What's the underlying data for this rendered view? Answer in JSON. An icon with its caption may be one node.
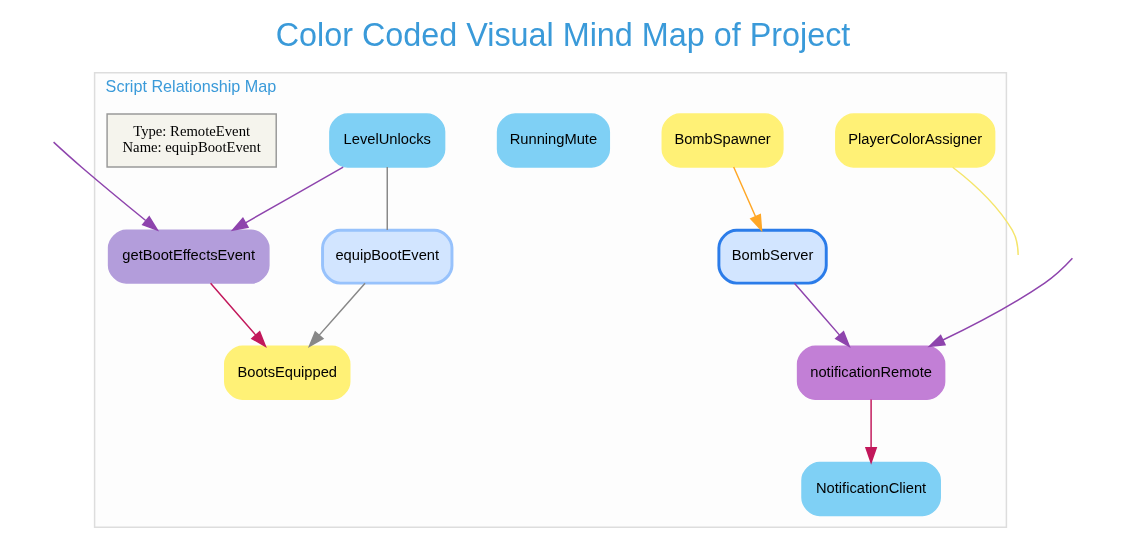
{
  "diagram": {
    "title": "Color Coded Visual Mind Map of Project",
    "nodes": [
      {
        "text": [
          "Script Relationship Map"
        ]
      },
      {
        "text": [
          "notificationRemote"
        ],
        "in": 0
      },
      {
        "text": [
          "LevelUnlocks"
        ],
        "in": 0
      },
      {
        "text": [
          "getBootEffectsEvent"
        ],
        "in": 0
      },
      {
        "text": [
          "PlayerColorAssigner"
        ],
        "in": 0
      },
      {
        "text": [
          "NotificationClient"
        ],
        "in": 0
      },
      {
        "text": [
          "BombServer"
        ],
        "in": 0
      },
      {
        "text": [
          "RunningMute"
        ],
        "in": 0
      },
      {
        "text": [
          "equipBootEvent"
        ],
        "in": 0
      },
      {
        "text": [
          "BootsEquipped"
        ],
        "in": 0
      },
      {
        "text": [
          "BombSpawner"
        ],
        "in": 0
      }
    ],
    "edges": [
      {
        "from": null,
        "to": 1,
        "arrow": "to"
      },
      {
        "from": 1,
        "to": 5,
        "arrow": "to",
        "color": "#c2185b"
      },
      {
        "from": 6,
        "to": 1,
        "arrow": "to"
      },
      {
        "from": 2,
        "to": 3,
        "arrow": "to"
      },
      {
        "from": null,
        "to": 3,
        "arrow": "to"
      },
      {
        "from": 4,
        "to": null,
        "arrow": "none",
        "color": "#f5e56b"
      },
      {
        "from": 2,
        "to": 8,
        "arrow": "none",
        "color": "#888888"
      },
      {
        "from": 3,
        "to": 9,
        "arrow": "to",
        "color": "#c2185b"
      },
      {
        "from": 8,
        "to": 9,
        "arrow": "to",
        "color": "#888888"
      },
      {
        "from": 10,
        "to": 6,
        "arrow": "to",
        "color": "#ffa726"
      }
    ],
    "labels": [
      "Type: RemoteEvent",
      "Name: equipBootEvent"
    ]
  }
}
